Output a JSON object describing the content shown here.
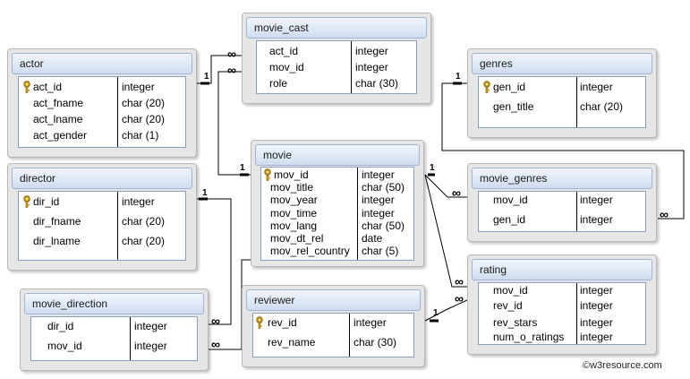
{
  "tables": {
    "movie_cast": {
      "title": "movie_cast",
      "rows": [
        {
          "name": "act_id",
          "type": "integer"
        },
        {
          "name": "mov_id",
          "type": "integer"
        },
        {
          "name": "role",
          "type": "char (30)"
        }
      ]
    },
    "actor": {
      "title": "actor",
      "rows": [
        {
          "name": "act_id",
          "type": "integer",
          "key": true
        },
        {
          "name": "act_fname",
          "type": "char (20)"
        },
        {
          "name": "act_lname",
          "type": "char (20)"
        },
        {
          "name": "act_gender",
          "type": "char (1)"
        }
      ]
    },
    "genres": {
      "title": "genres",
      "rows": [
        {
          "name": "gen_id",
          "type": "integer",
          "key": true
        },
        {
          "name": "gen_title",
          "type": "char (20)"
        }
      ]
    },
    "director": {
      "title": "director",
      "rows": [
        {
          "name": "dir_id",
          "type": "integer",
          "key": true
        },
        {
          "name": "dir_fname",
          "type": "char (20)"
        },
        {
          "name": "dir_lname",
          "type": "char (20)"
        }
      ]
    },
    "movie": {
      "title": "movie",
      "rows": [
        {
          "name": "mov_id",
          "type": "integer",
          "key": true
        },
        {
          "name": "mov_title",
          "type": "char (50)"
        },
        {
          "name": "mov_year",
          "type": "integer"
        },
        {
          "name": "mov_time",
          "type": "integer"
        },
        {
          "name": "mov_lang",
          "type": "char (50)"
        },
        {
          "name": "mov_dt_rel",
          "type": "date"
        },
        {
          "name": "mov_rel_country",
          "type": "char (5)"
        }
      ]
    },
    "movie_genres": {
      "title": "movie_genres",
      "rows": [
        {
          "name": "mov_id",
          "type": "integer"
        },
        {
          "name": "gen_id",
          "type": "integer"
        }
      ]
    },
    "rating": {
      "title": "rating",
      "rows": [
        {
          "name": "mov_id",
          "type": "integer"
        },
        {
          "name": "rev_id",
          "type": "integer"
        },
        {
          "name": "rev_stars",
          "type": "integer"
        },
        {
          "name": "num_o_ratings",
          "type": "integer"
        }
      ]
    },
    "movie_direction": {
      "title": "movie_direction",
      "rows": [
        {
          "name": "dir_id",
          "type": "integer"
        },
        {
          "name": "mov_id",
          "type": "integer"
        }
      ]
    },
    "reviewer": {
      "title": "reviewer",
      "rows": [
        {
          "name": "rev_id",
          "type": "integer",
          "key": true
        },
        {
          "name": "rev_name",
          "type": "char (30)"
        }
      ]
    }
  },
  "cardinality": {
    "one": "1",
    "many": "∞"
  },
  "copyright": "©w3resource.com",
  "colors": {
    "header": "#cfdcf0",
    "frame": "#e6e6e6",
    "key": "#d4a017"
  }
}
